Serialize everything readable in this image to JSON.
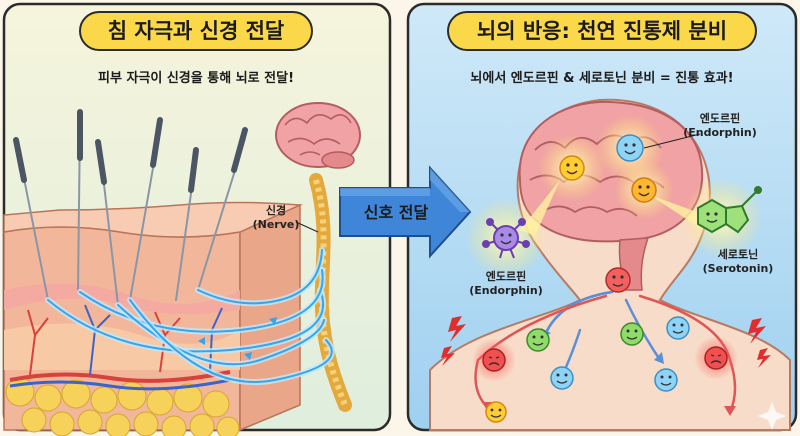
{
  "left_panel": {
    "title": "침 자극과 신경 전달",
    "subtitle": "피부 자극이 신경을 통해 뇌로 전달!",
    "nerve_label": "신경",
    "nerve_label_en": "(Nerve)"
  },
  "arrow": {
    "label": "신호 전달"
  },
  "right_panel": {
    "title": "뇌의 반응: 천연 진통제 분비",
    "subtitle": "뇌에서 엔도르핀 & 세로토닌 분비 = 진통 효과!",
    "endorphin_top_label": "엔도르핀",
    "endorphin_top_label_en": "(Endorphin)",
    "endorphin_left_label": "엔도르핀",
    "endorphin_left_label_en": "(Endorphin)",
    "serotonin_label": "세로토닌",
    "serotonin_label_en": "(Serotonin)"
  },
  "colors": {
    "left_bg": "#f4f2d6",
    "right_bg": "#bfe0f5",
    "title_pill": "#fbd84a",
    "arrow": "#3f86d8",
    "nerve_glow": "#5fc3f5",
    "brain": "#f0a2a4"
  }
}
